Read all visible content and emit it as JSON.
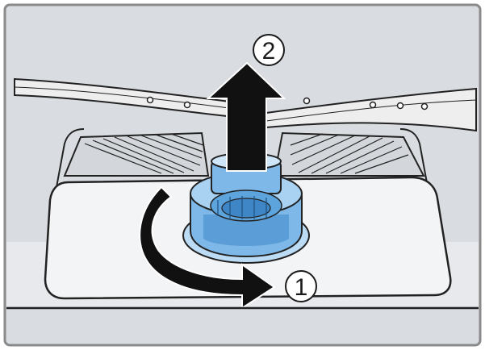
{
  "diagram": {
    "steps": [
      {
        "number": "1",
        "action": "rotate"
      },
      {
        "number": "2",
        "action": "lift-up"
      }
    ],
    "colors": {
      "frame": "#8a8a8a",
      "panel_background": "#d9dce0",
      "filter_blue": "#7db8e8",
      "filter_blue_dark": "#3f86c6",
      "arrow": "#111111",
      "spray_arm": "#eeeeee",
      "sump_tray": "#f3f4f6"
    }
  }
}
